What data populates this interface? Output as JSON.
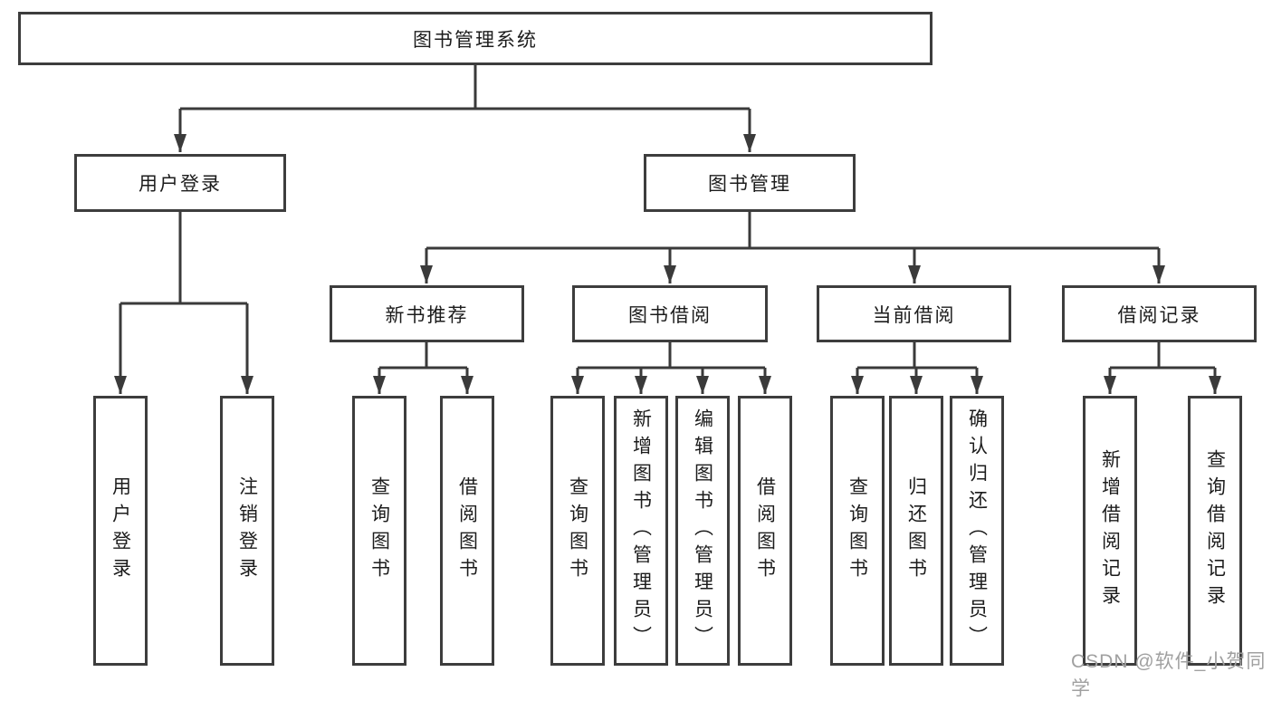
{
  "tree": {
    "root": "图书管理系统",
    "user_login": {
      "label": "用户登录",
      "children": [
        "用户登录",
        "注销登录"
      ]
    },
    "book_mgmt": {
      "label": "图书管理",
      "modules": [
        {
          "label": "新书推荐",
          "children": [
            "查询图书",
            "借阅图书"
          ]
        },
        {
          "label": "图书借阅",
          "children": [
            "查询图书",
            "新增图书（管理员）",
            "编辑图书（管理员）",
            "借阅图书"
          ]
        },
        {
          "label": "当前借阅",
          "children": [
            "查询图书",
            "归还图书",
            "确认归还（管理员）"
          ]
        },
        {
          "label": "借阅记录",
          "children": [
            "新增借阅记录",
            "查询借阅记录"
          ]
        }
      ]
    }
  },
  "watermark": "CSDN @软件_小贺同学",
  "colors": {
    "line": "#3a3a3a",
    "box_border": "#3d3d3d",
    "text": "#1c1c1c",
    "watermark": "#a0a0a0",
    "background": "#ffffff"
  }
}
